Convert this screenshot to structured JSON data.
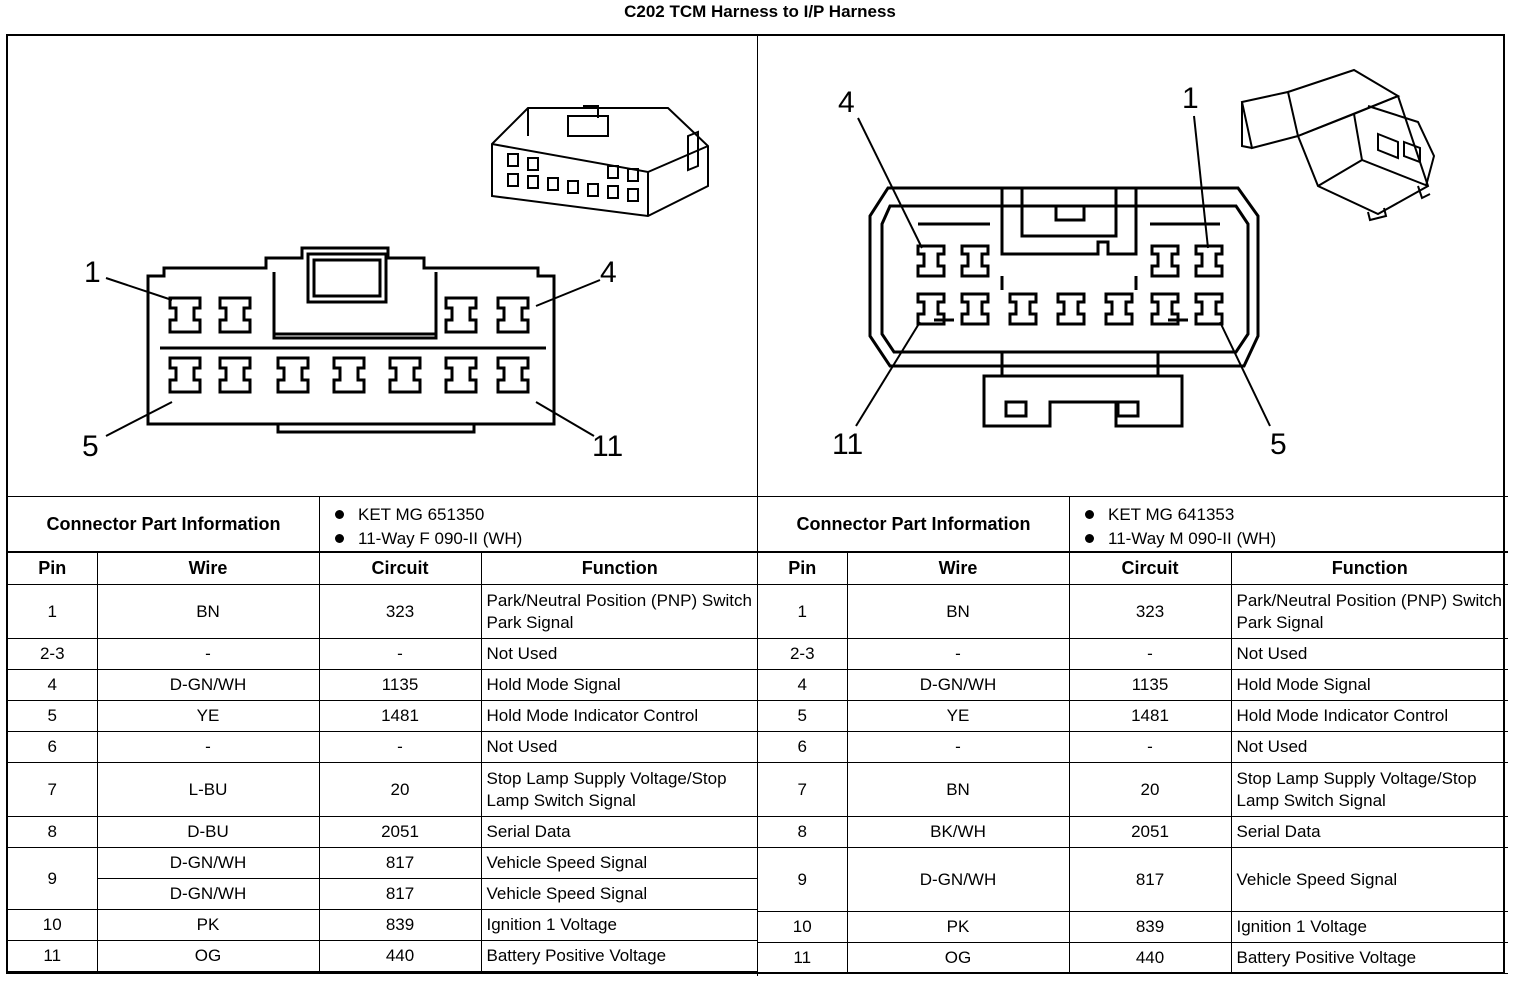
{
  "title": "C202 TCM Harness to I/P Harness",
  "left": {
    "callouts": {
      "pin1": "1",
      "pin4": "4",
      "pin5": "5",
      "pin11": "11"
    },
    "connector_label": "Connector Part Information",
    "connector_info": [
      "KET MG 651350",
      "11-Way F 090-II (WH)"
    ],
    "headers": {
      "pin": "Pin",
      "wire": "Wire",
      "circuit": "Circuit",
      "function": "Function"
    },
    "rows": [
      {
        "pin": "1",
        "wire": "BN",
        "circuit": "323",
        "function": "Park/Neutral Position (PNP) Switch Park Signal"
      },
      {
        "pin": "2-3",
        "wire": "-",
        "circuit": "-",
        "function": "Not Used"
      },
      {
        "pin": "4",
        "wire": "D-GN/WH",
        "circuit": "1135",
        "function": "Hold Mode Signal"
      },
      {
        "pin": "5",
        "wire": "YE",
        "circuit": "1481",
        "function": "Hold Mode Indicator Control"
      },
      {
        "pin": "6",
        "wire": "-",
        "circuit": "-",
        "function": "Not Used"
      },
      {
        "pin": "7",
        "wire": "L-BU",
        "circuit": "20",
        "function": "Stop Lamp Supply Voltage/Stop Lamp Switch Signal"
      },
      {
        "pin": "8",
        "wire": "D-BU",
        "circuit": "2051",
        "function": "Serial Data"
      },
      {
        "pin": "9",
        "wire": "D-GN/WH",
        "circuit": "817",
        "function": "Vehicle Speed Signal",
        "wire2": "D-GN/WH",
        "circuit2": "817",
        "function2": "Vehicle Speed Signal"
      },
      {
        "pin": "10",
        "wire": "PK",
        "circuit": "839",
        "function": "Ignition 1 Voltage"
      },
      {
        "pin": "11",
        "wire": "OG",
        "circuit": "440",
        "function": "Battery Positive Voltage"
      }
    ]
  },
  "right": {
    "callouts": {
      "pin4": "4",
      "pin1": "1",
      "pin11": "11",
      "pin5": "5"
    },
    "connector_label": "Connector Part Information",
    "connector_info": [
      "KET MG 641353",
      "11-Way M 090-II (WH)"
    ],
    "headers": {
      "pin": "Pin",
      "wire": "Wire",
      "circuit": "Circuit",
      "function": "Function"
    },
    "rows": [
      {
        "pin": "1",
        "wire": "BN",
        "circuit": "323",
        "function": "Park/Neutral Position (PNP) Switch Park Signal"
      },
      {
        "pin": "2-3",
        "wire": "-",
        "circuit": "-",
        "function": "Not Used"
      },
      {
        "pin": "4",
        "wire": "D-GN/WH",
        "circuit": "1135",
        "function": "Hold Mode Signal"
      },
      {
        "pin": "5",
        "wire": "YE",
        "circuit": "1481",
        "function": "Hold Mode Indicator Control"
      },
      {
        "pin": "6",
        "wire": "-",
        "circuit": "-",
        "function": "Not Used"
      },
      {
        "pin": "7",
        "wire": "BN",
        "circuit": "20",
        "function": "Stop Lamp Supply Voltage/Stop Lamp Switch Signal"
      },
      {
        "pin": "8",
        "wire": "BK/WH",
        "circuit": "2051",
        "function": "Serial Data"
      },
      {
        "pin": "9",
        "wire": "D-GN/WH",
        "circuit": "817",
        "function": "Vehicle Speed Signal"
      },
      {
        "pin": "10",
        "wire": "PK",
        "circuit": "839",
        "function": "Ignition 1 Voltage"
      },
      {
        "pin": "11",
        "wire": "OG",
        "circuit": "440",
        "function": "Battery Positive Voltage"
      }
    ]
  }
}
